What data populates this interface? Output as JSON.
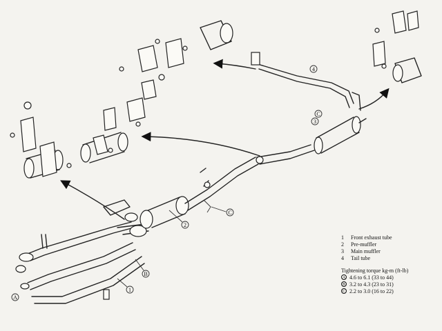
{
  "callouts": {
    "c1": "1",
    "c2": "2",
    "c3": "3",
    "c4": "4",
    "cA": "A",
    "cB": "B",
    "cC1": "C",
    "cC2": "C"
  },
  "legend": {
    "parts": [
      {
        "num": "1",
        "label": "Front exhaust tube"
      },
      {
        "num": "2",
        "label": "Pre-muffler"
      },
      {
        "num": "3",
        "label": "Main muffler"
      },
      {
        "num": "4",
        "label": "Tail tube"
      }
    ],
    "torque_title": "Tightening torque kg-m (ft-lb)",
    "torques": [
      {
        "mark": "A",
        "value": "4.6 to 6.1 (33 to 44)"
      },
      {
        "mark": "B",
        "value": "3.2 to 4.3 (23 to 31)"
      },
      {
        "mark": "C",
        "value": "2.2 to 3.0 (16 to 22)"
      }
    ]
  }
}
